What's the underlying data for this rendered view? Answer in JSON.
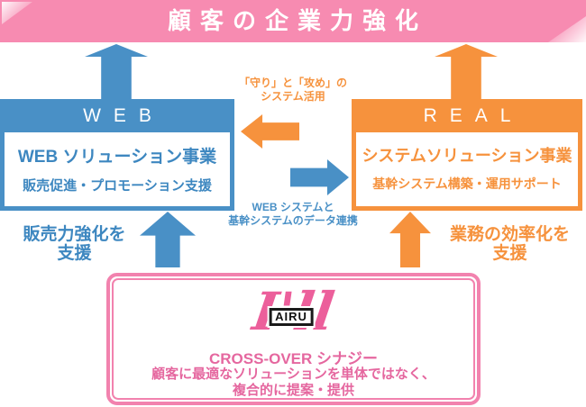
{
  "banner": {
    "title": "顧客の企業力強化"
  },
  "web": {
    "header": "WEB",
    "title": "WEB ソリューション事業",
    "subtitle": "販売促進・プロモーション支援",
    "support_line1": "販売力強化を",
    "support_line2": "支援"
  },
  "real": {
    "header": "REAL",
    "title": "システムソリューション事業",
    "subtitle": "基幹システム構築・運用サポート",
    "support_line1": "業務の効率化を",
    "support_line2": "支援"
  },
  "middle": {
    "top_note_line1": "「守り」と「攻め」の",
    "top_note_line2": "システム活用",
    "bottom_note_line1": "WEB システムと",
    "bottom_note_line2": "基幹システムのデータ連携"
  },
  "synergy": {
    "logo_script": "I'll",
    "logo_badge": "AIRU",
    "title": "CROSS-OVER シナジー",
    "desc_line1": "顧客に最適なソリューションを単体ではなく、",
    "desc_line2": "複合的に提案・提供"
  },
  "icons": {
    "arrow_web_up": "up-arrow-icon",
    "arrow_real_up": "up-arrow-icon",
    "arrow_mid_left": "left-arrow-icon",
    "arrow_mid_right": "right-arrow-icon",
    "arrow_synergy_web": "up-arrow-icon",
    "arrow_synergy_real": "up-arrow-icon"
  },
  "colors": {
    "blue": "#4990C6",
    "orange": "#F6923D",
    "banner_pink": "#F78BB1",
    "box_border_pink": "#F282AE",
    "logo_magenta": "#EC5F9B",
    "text_pink": "#E5679F"
  }
}
